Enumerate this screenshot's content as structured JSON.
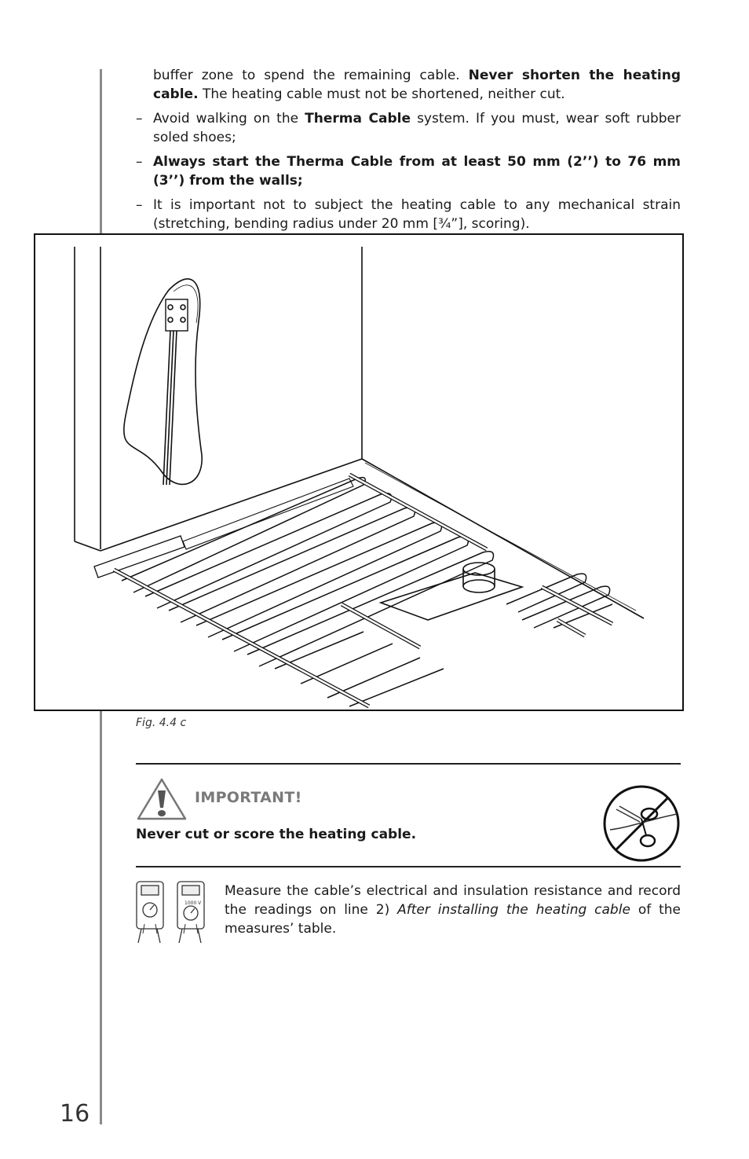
{
  "page_number": "16",
  "intro": {
    "part1": "buffer zone to spend the remaining cable.",
    "bold": "Never shorten the heating cable.",
    "part2": "The heating cable must not be shortened, neither cut."
  },
  "bullets": [
    {
      "dash": "–",
      "a": "Avoid walking on the",
      "b": "Therma Cable",
      "c": "system. If you must, wear soft rubber soled shoes;"
    },
    {
      "dash": "–",
      "a": "Always start the",
      "b": "Therma Cable",
      "c": "from at least 50 mm (2’’) to 76 mm (3’’) from the walls;"
    },
    {
      "dash": "–",
      "a": "It is important not to subject the heating cable to any mechanical strain (stretching, bending radius under 20 mm [¾”], scoring)."
    }
  ],
  "figure": {
    "caption": "Fig. 4.4 c"
  },
  "important": {
    "title": "IMPORTANT!",
    "text": "Never cut or score the heating cable."
  },
  "measure": {
    "part1": "Measure the cable’s electrical and insulation resistance and record the readings on line 2)",
    "italic": "After installing the heating cable",
    "part2": "of the measures’ table."
  },
  "icons": [
    "warning-icon",
    "no-cutting-icon",
    "multimeter-icon",
    "megohmmeter-icon"
  ],
  "meter_label": "1000 V"
}
